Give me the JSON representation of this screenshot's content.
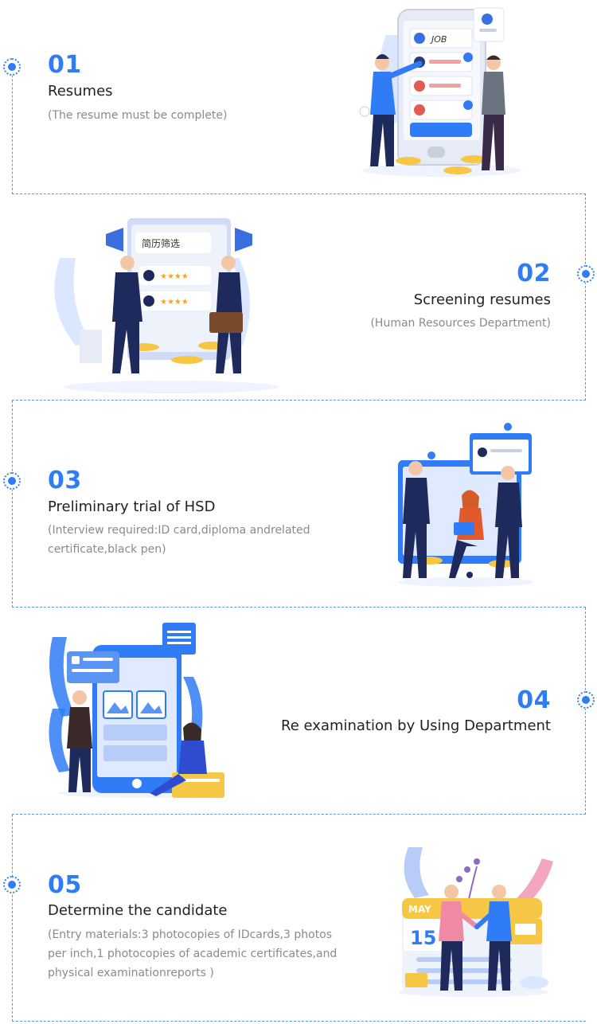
{
  "steps": [
    {
      "number": "01",
      "title": "Resumes",
      "desc": "(The resume must be complete)"
    },
    {
      "number": "02",
      "title": "Screening resumes",
      "desc": "(Human Resources Department)"
    },
    {
      "number": "03",
      "title": "Preliminary trial of HSD",
      "desc": "(Interview required:ID card,diploma andrelated certificate,black pen)"
    },
    {
      "number": "04",
      "title": "Re examination by Using Department",
      "desc": ""
    },
    {
      "number": "05",
      "title": "Determine the candidate",
      "desc": "(Entry materials:3 photocopies of IDcards,3 photos per inch,1 photocopies of academic certificates,and physical examinationreports )"
    }
  ],
  "illustrations": {
    "resume_card_label": "JOB",
    "screen_title": "简历筛选",
    "calendar_month": "MAY",
    "calendar_day": "15"
  },
  "colors": {
    "accent": "#2f7cf6",
    "connector": "#5b95f4",
    "desc": "#8a8a8a"
  }
}
